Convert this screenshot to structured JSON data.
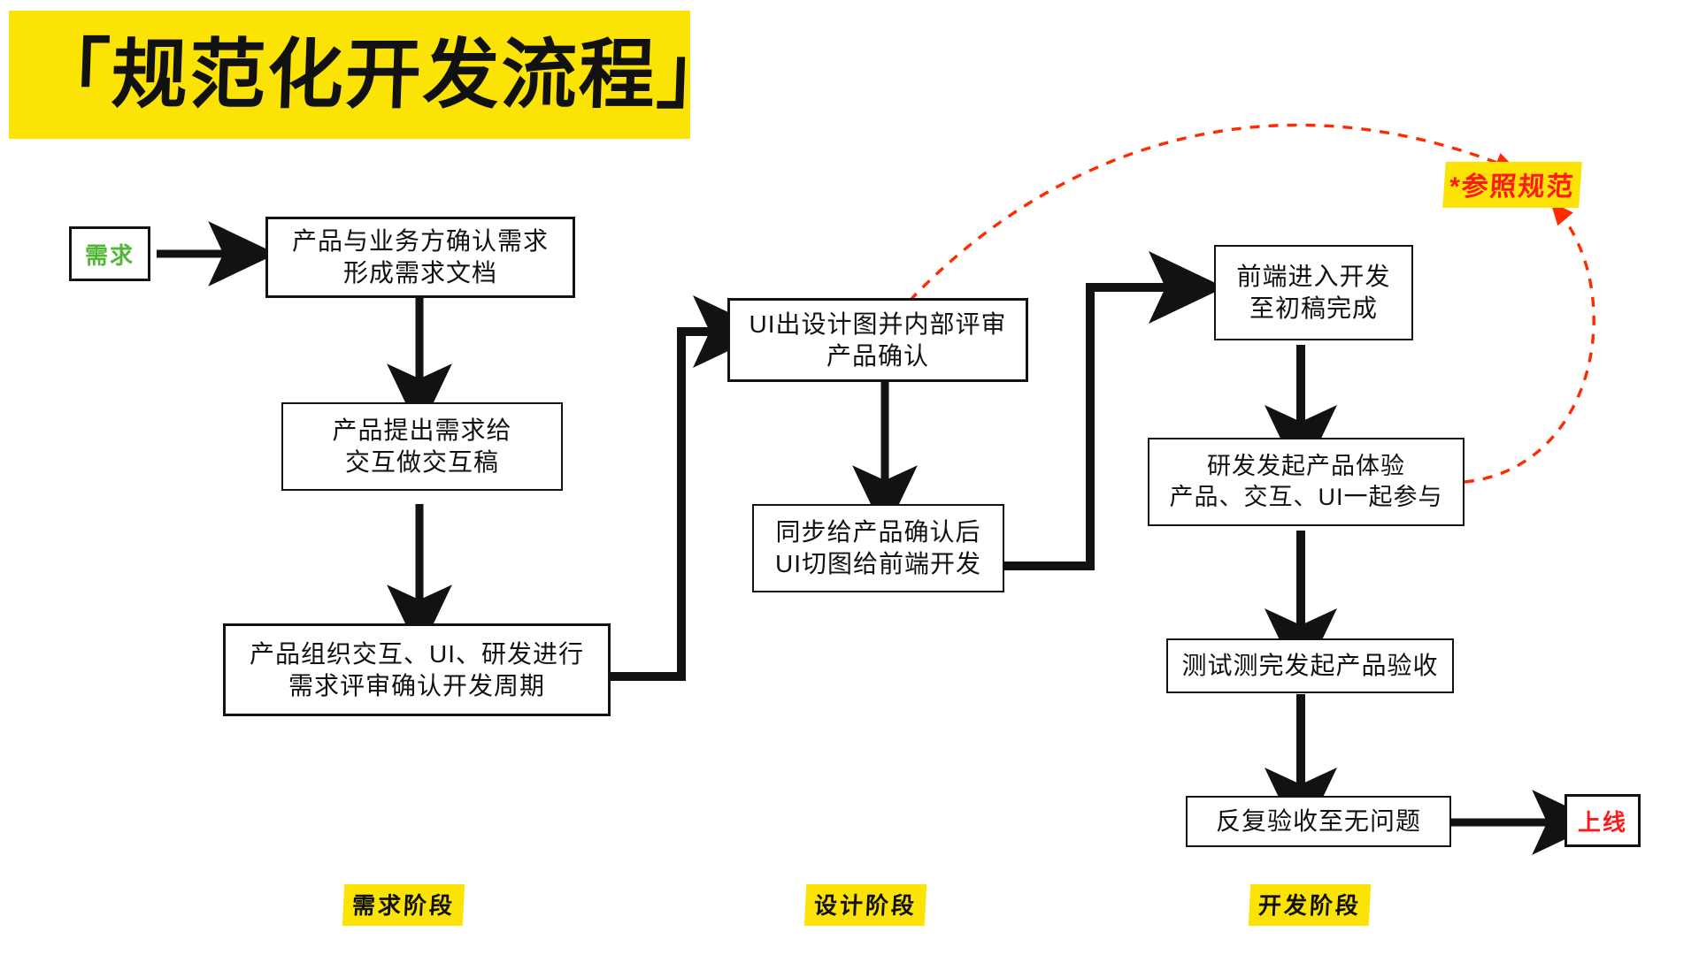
{
  "title": {
    "text": "「规范化开发流程」",
    "highlight_color": "#FBE305"
  },
  "colors": {
    "highlight": "#FBE305",
    "ink": "#121212",
    "start_green": "#52B636",
    "end_red": "#FF1A1A",
    "annotation_red": "#FF2A00"
  },
  "terminals": {
    "start": {
      "label": "需求",
      "color": "#52B636"
    },
    "end": {
      "label": "上线",
      "color": "#FF1A1A"
    }
  },
  "annotation": {
    "label": "*参照规范",
    "color": "#FF1A1A"
  },
  "nodes": [
    {
      "id": "n1",
      "lines": [
        "产品与业务方确认需求",
        "形成需求文档"
      ]
    },
    {
      "id": "n2",
      "lines": [
        "产品提出需求给",
        "交互做交互稿"
      ]
    },
    {
      "id": "n3",
      "lines": [
        "产品组织交互、UI、研发进行",
        "需求评审确认开发周期"
      ]
    },
    {
      "id": "n4",
      "lines": [
        "UI出设计图并内部评审",
        "产品确认"
      ]
    },
    {
      "id": "n5",
      "lines": [
        "同步给产品确认后",
        "UI切图给前端开发"
      ]
    },
    {
      "id": "n6",
      "lines": [
        "前端进入开发",
        "至初稿完成"
      ]
    },
    {
      "id": "n7",
      "lines": [
        "研发发起产品体验",
        "产品、交互、UI一起参与"
      ]
    },
    {
      "id": "n8",
      "lines": [
        "测试测完发起产品验收"
      ]
    },
    {
      "id": "n9",
      "lines": [
        "反复验收至无问题"
      ]
    }
  ],
  "phases": [
    {
      "id": "p1",
      "label": "需求阶段"
    },
    {
      "id": "p2",
      "label": "设计阶段"
    },
    {
      "id": "p3",
      "label": "开发阶段"
    }
  ]
}
